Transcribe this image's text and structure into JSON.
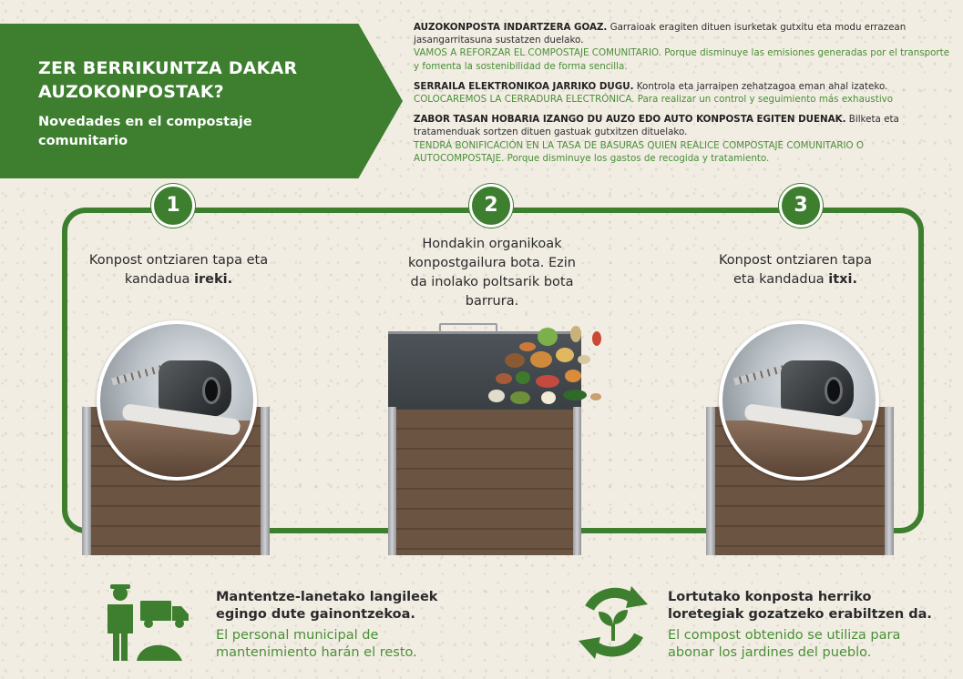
{
  "banner": {
    "title": "ZER BERRIKUNTZA DAKAR AUZOKONPOSTAK?",
    "subtitle": "Novedades en el compostaje comunitario"
  },
  "news": [
    {
      "eu_bold": "AUZOKONPOSTA INDARTZERA GOAZ.",
      "eu_text": " Garraioak eragiten dituen isurketak gutxitu eta modu errazean jasangarritasuna sustatzen duelako.",
      "es": "VAMOS A REFORZAR EL COMPOSTAJE COMUNITARIO. Porque disminuye las emisiones generadas por el transporte y fomenta la sostenibilidad de forma sencilla."
    },
    {
      "eu_bold": "SERRAILA ELEKTRONIKOA JARRIKO DUGU.",
      "eu_text": " Kontrola eta jarraipen zehatzagoa eman ahal izateko.",
      "es": "COLOCAREMOS LA CERRADURA ELECTRÓNICA. Para realizar un control y seguimiento más exhaustivo"
    },
    {
      "eu_bold": "ZABOR TASAN HOBARIA IZANGO DU AUZO EDO AUTO KONPOSTA EGITEN DUENAK.",
      "eu_text": " Bilketa eta tratamenduak sortzen dituen gastuak gutxitzen dituelako.",
      "es": "TENDRÁ BONIFICACIÓN EN LA TASA DE BASURAS QUIEN REALICE COMPOSTAJE COMUNITARIO O AUTOCOMPOSTAJE. Porque disminuye los gastos de recogida y tratamiento."
    }
  ],
  "steps": [
    {
      "number": "1",
      "text_a": "Konpost ontziaren tapa eta kandadua ",
      "text_bold": "ireki."
    },
    {
      "number": "2",
      "text_a": "Hondakin organikoak konpostgailura bota. Ezin da inolako poltsarik bota barrura.",
      "text_bold": ""
    },
    {
      "number": "3",
      "text_a": "Konpost ontziaren tapa eta kandadua ",
      "text_bold": "itxi."
    }
  ],
  "footer": {
    "left": {
      "eu": "Mantentze-lanetako langileek egingo dute gainontzekoa.",
      "es": "El personal municipal de mantenimiento harán el resto."
    },
    "right": {
      "eu": "Lortutako konposta herriko loretegiak gozatzeko erabiltzen da.",
      "es": "El compost obtenido se utiliza para abonar los jardines del pueblo."
    }
  },
  "icons": {
    "worker": "worker-icon",
    "truck": "truck-icon",
    "compost_pile": "compost-pile-icon",
    "recycle": "recycle-icon",
    "sprout": "sprout-icon"
  },
  "colors": {
    "brand_green": "#3d7e2f",
    "spanish_text_green": "#4a8f36",
    "paper": "#f1ede3",
    "bin_wood": "#6c5443"
  }
}
